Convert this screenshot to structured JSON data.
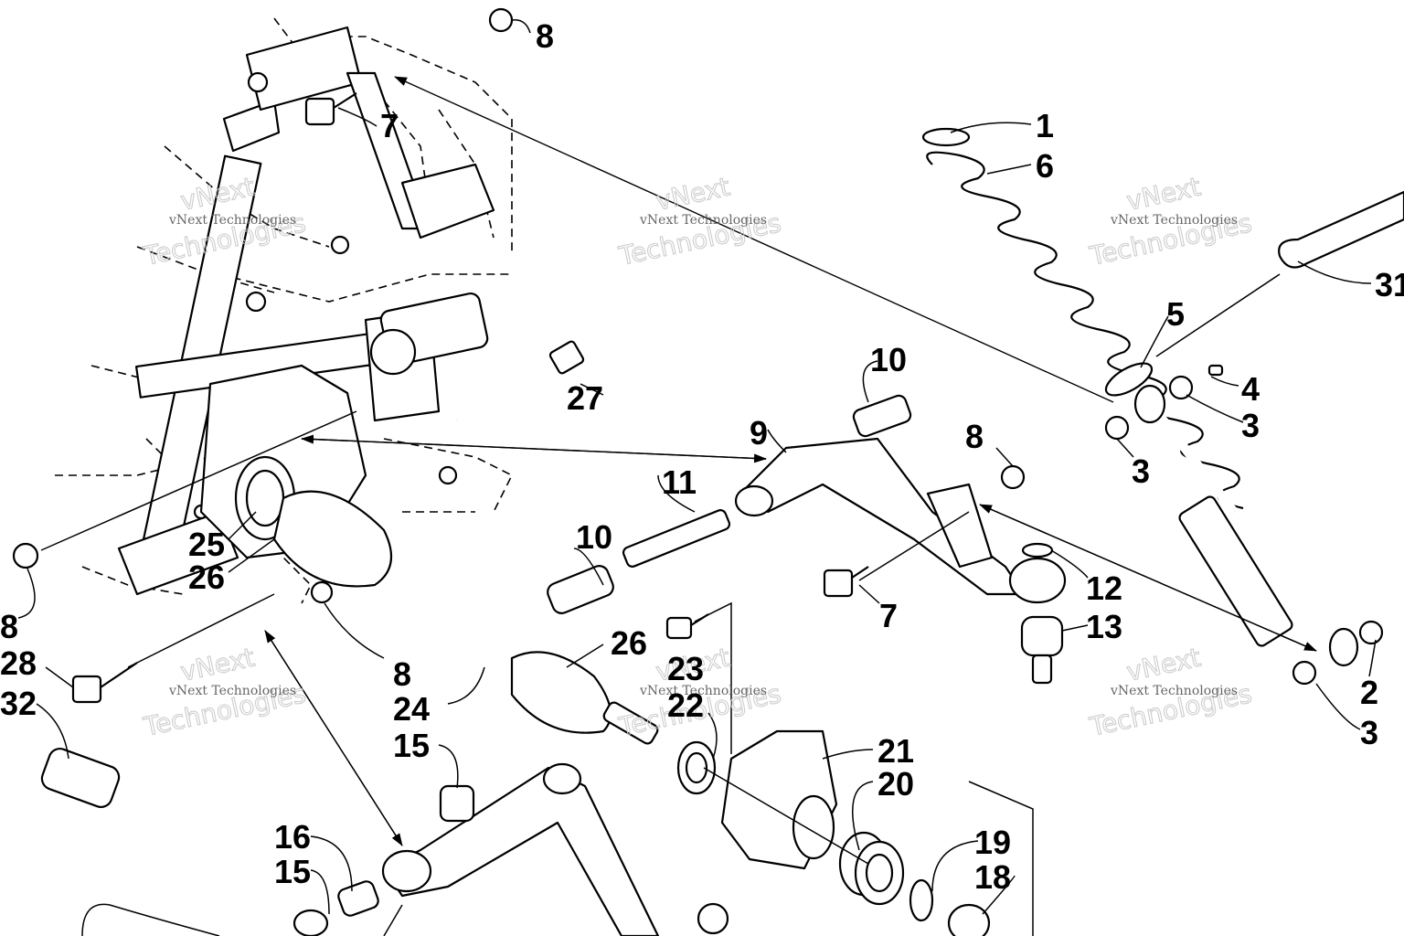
{
  "callouts": [
    {
      "id": "c1",
      "text": "1"
    },
    {
      "id": "c6",
      "text": "6"
    },
    {
      "id": "c5",
      "text": "5"
    },
    {
      "id": "c31",
      "text": "31"
    },
    {
      "id": "c4",
      "text": "4"
    },
    {
      "id": "c3a",
      "text": "3"
    },
    {
      "id": "c3b",
      "text": "3"
    },
    {
      "id": "c2",
      "text": "2"
    },
    {
      "id": "c3c",
      "text": "3"
    },
    {
      "id": "c8a",
      "text": "8"
    },
    {
      "id": "c7a",
      "text": "7"
    },
    {
      "id": "c27",
      "text": "27"
    },
    {
      "id": "c10a",
      "text": "10"
    },
    {
      "id": "c9",
      "text": "9"
    },
    {
      "id": "c8b",
      "text": "8"
    },
    {
      "id": "c11",
      "text": "11"
    },
    {
      "id": "c10b",
      "text": "10"
    },
    {
      "id": "c12",
      "text": "12"
    },
    {
      "id": "c13",
      "text": "13"
    },
    {
      "id": "c7b",
      "text": "7"
    },
    {
      "id": "c25",
      "text": "25"
    },
    {
      "id": "c26a",
      "text": "26"
    },
    {
      "id": "c8c",
      "text": "8"
    },
    {
      "id": "c28",
      "text": "28"
    },
    {
      "id": "c32",
      "text": "32"
    },
    {
      "id": "c8d",
      "text": "8"
    },
    {
      "id": "c24",
      "text": "24"
    },
    {
      "id": "c26b",
      "text": "26"
    },
    {
      "id": "c23",
      "text": "23"
    },
    {
      "id": "c22",
      "text": "22"
    },
    {
      "id": "c15a",
      "text": "15"
    },
    {
      "id": "c21",
      "text": "21"
    },
    {
      "id": "c20",
      "text": "20"
    },
    {
      "id": "c16",
      "text": "16"
    },
    {
      "id": "c15b",
      "text": "15"
    },
    {
      "id": "c19",
      "text": "19"
    },
    {
      "id": "c18",
      "text": "18"
    }
  ],
  "watermark": {
    "small": "vNext Technologies",
    "big_top": "vNext",
    "big_bottom": "Technologies"
  }
}
